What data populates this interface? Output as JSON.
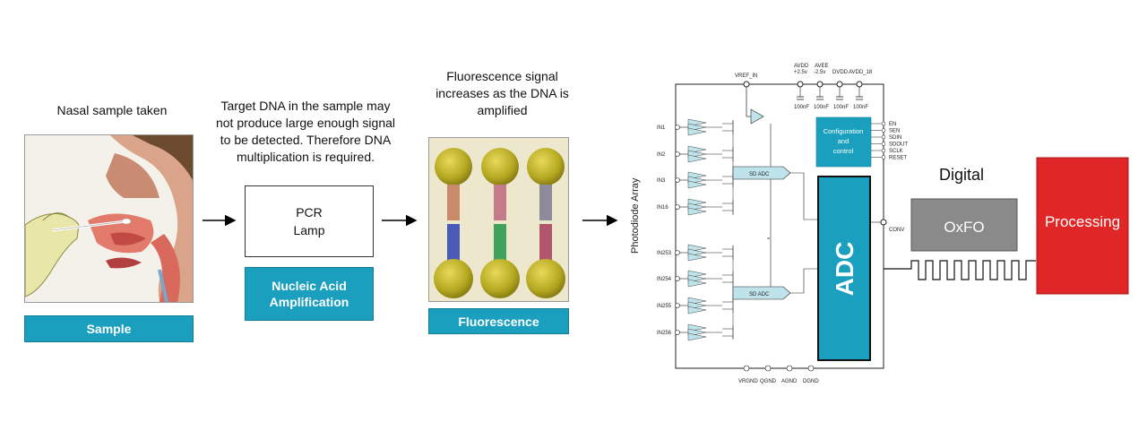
{
  "stages": {
    "sample": {
      "caption": "Nasal sample taken",
      "label": "Sample"
    },
    "amplification": {
      "caption": "Target DNA in the sample may not produce large enough signal to be detected.  Therefore DNA multiplication is required.",
      "box_line1": "PCR",
      "box_line2": "Lamp",
      "label_line1": "Nucleic Acid",
      "label_line2": "Amplification"
    },
    "fluorescence": {
      "caption": "Fluorescence signal increases as the DNA is amplified",
      "label": "Fluorescence"
    },
    "readout": {
      "array_label": "Photodiode Array",
      "adc_label": "ADC",
      "config_label_1": "Configuration",
      "config_label_2": "and",
      "config_label_3": "control",
      "sd_adc_top": "SD ADC",
      "sd_adc_bottom": "SD ADC",
      "vref_in": "VREF_IN",
      "supplies": [
        {
          "name": "AVDD",
          "value": "+2.5v",
          "cap": "100nF"
        },
        {
          "name": "AVEE",
          "value": "-2.5v",
          "cap": "100nF"
        },
        {
          "name": "DVDD",
          "value": "",
          "cap": "100nF"
        },
        {
          "name": "AVDD_18",
          "value": "",
          "cap": "100nF"
        }
      ],
      "inputs": [
        "IN1",
        "IN2",
        "IN3",
        "IN16",
        "IN253",
        "IN254",
        "IN255",
        "IN256"
      ],
      "control_pins": [
        "EN",
        "SEN",
        "SDIN",
        "SDOUT",
        "SCLK",
        "RESET"
      ],
      "conv_pin": "CONV",
      "ground_pins": [
        "VRGND",
        "QGND",
        "AGND",
        "DGND"
      ]
    },
    "digital": {
      "label": "Digital",
      "fifo_label": "OxFO",
      "processing_label": "Processing"
    }
  },
  "colors": {
    "teal": "#1aa0be",
    "processing_red": "#e02626",
    "fifo_gray": "#8a8a8a",
    "well_gold": "#b5a821"
  }
}
